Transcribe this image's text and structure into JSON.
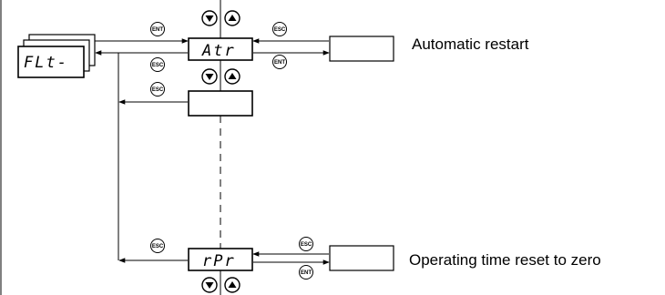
{
  "menu": {
    "code": "FLt-"
  },
  "params": [
    {
      "code": "Atr",
      "description": "Automatic restart"
    },
    {
      "code": "",
      "description": ""
    },
    {
      "code": "rPr",
      "description": "Operating time reset to zero"
    }
  ],
  "buttons": {
    "ent": "ENT",
    "esc": "ESC"
  },
  "icons": {
    "down": "down-arrow-button-icon",
    "up": "up-arrow-button-icon"
  }
}
